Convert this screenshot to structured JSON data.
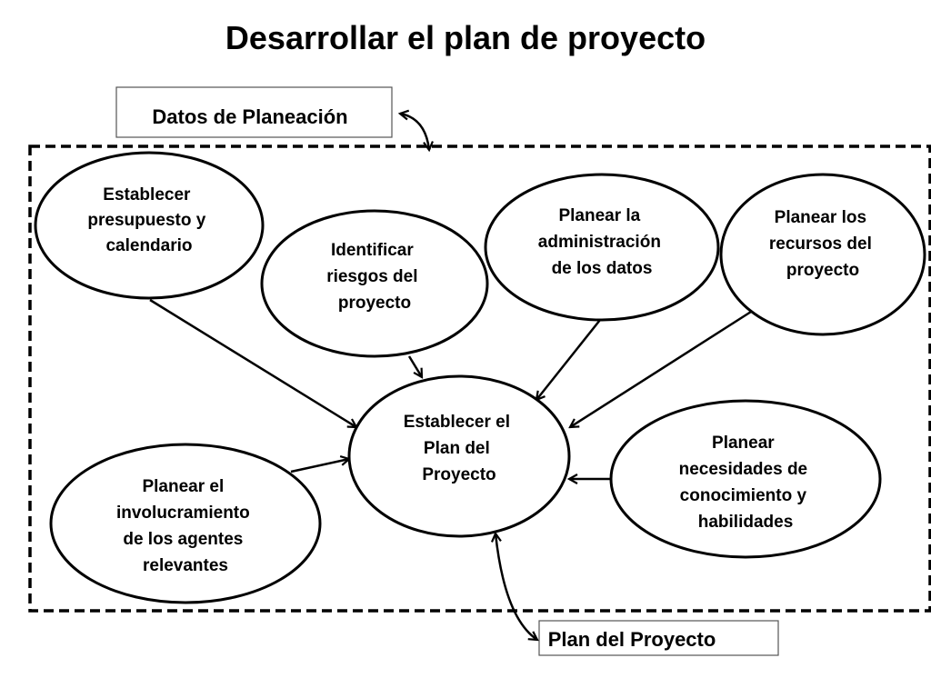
{
  "title": "Desarrollar el plan de proyecto",
  "input_box": {
    "label": "Datos de Planeación"
  },
  "output_box": {
    "label": "Plan del Proyecto"
  },
  "nodes": {
    "presupuesto": {
      "lines": [
        "Establecer",
        "presupuesto y",
        "calendario"
      ]
    },
    "riesgos": {
      "lines": [
        "Identificar",
        "riesgos del",
        "proyecto"
      ]
    },
    "datos": {
      "lines": [
        "Planear la",
        "administración",
        "de los datos"
      ]
    },
    "recursos": {
      "lines": [
        "Planear los",
        "recursos del",
        "proyecto"
      ]
    },
    "plan": {
      "lines": [
        "Establecer el",
        "Plan del",
        "Proyecto"
      ]
    },
    "conocimiento": {
      "lines": [
        "Planear",
        "necesidades de",
        "conocimiento y",
        "habilidades"
      ]
    },
    "agentes": {
      "lines": [
        "Planear el",
        "involucramiento",
        "de los agentes",
        "relevantes"
      ]
    }
  },
  "colors": {
    "stroke": "#000000",
    "background": "#ffffff",
    "box_border": "#555555"
  }
}
